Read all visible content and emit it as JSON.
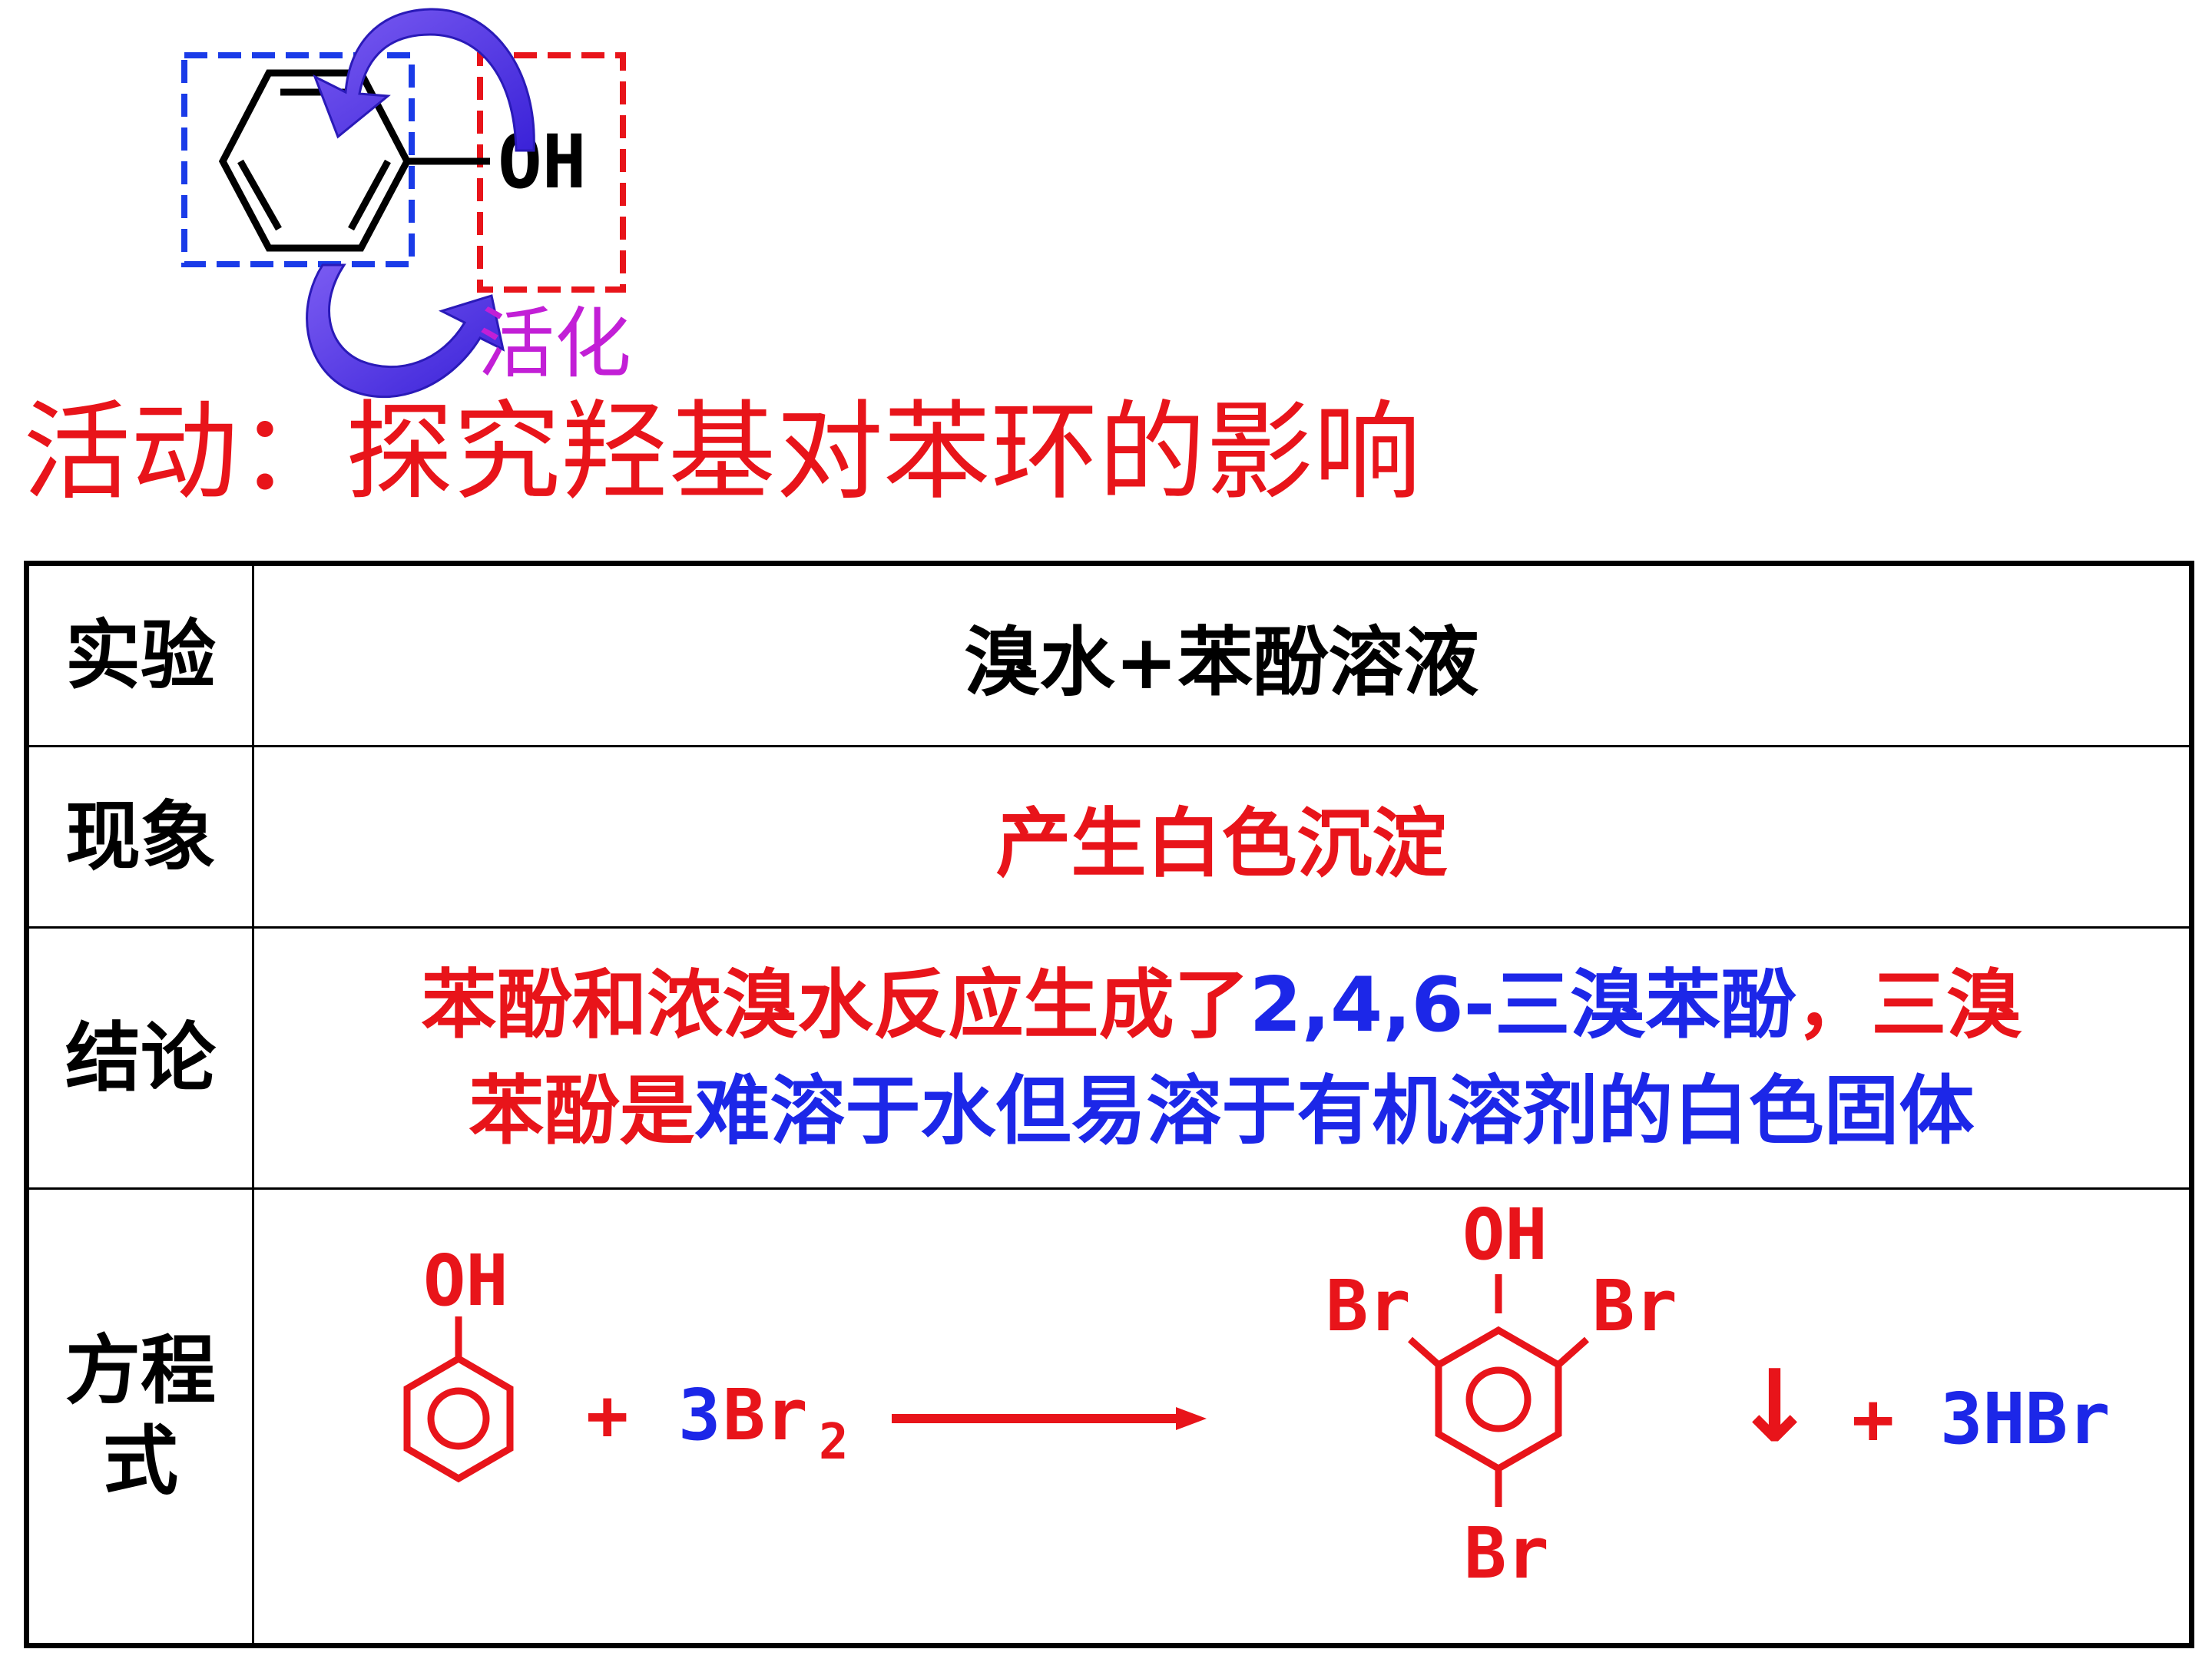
{
  "diagram": {
    "oh_label": "OH",
    "activation_label": "活化"
  },
  "title": "活动：探究羟基对苯环的影响",
  "table": {
    "experiment": {
      "label": "实验",
      "value": "溴水+苯酚溶液"
    },
    "phenomenon": {
      "label": "现象",
      "value": "产生白色沉淀"
    },
    "conclusion": {
      "label": "结论",
      "line1_red": "苯酚和浓溴水反应生成了",
      "line1_blue": "2,4,6-三溴苯酚",
      "line1_red2": "，三溴",
      "line2_red": "苯酚是",
      "line2_blue": "难溶于水但易溶于有机溶剂的白色固体"
    },
    "equation": {
      "label_line1": "方程",
      "label_line2": "式",
      "reactant_oh": "OH",
      "plus1": "+",
      "coef_br2": "3",
      "br2": "Br",
      "br2_sub": "2",
      "product_oh": "OH",
      "br_left": "Br",
      "br_right": "Br",
      "br_bottom": "Br",
      "precipitate": "↓",
      "plus2": "+",
      "hbr": "3HBr"
    }
  },
  "colors": {
    "red": "#e8141a",
    "blue": "#1c27e8",
    "dashed_blue": "#1a3be8",
    "dashed_red": "#e8141a",
    "arrow_purple": "#5a3ce8",
    "activation_magenta": "#c21fd6"
  }
}
